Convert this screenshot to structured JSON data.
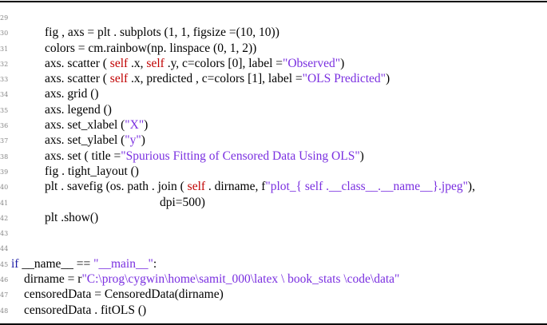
{
  "listing": {
    "lines": [
      {
        "n": "29",
        "indent": 0,
        "tokens": []
      },
      {
        "n": "30",
        "indent": 56,
        "tokens": [
          [
            "txt",
            "fig , axs = plt . subplots (1, 1, figsize =(10, 10))"
          ]
        ]
      },
      {
        "n": "31",
        "indent": 56,
        "tokens": [
          [
            "txt",
            "colors = cm.rainbow(np. linspace (0, 1, 2))"
          ]
        ]
      },
      {
        "n": "32",
        "indent": 56,
        "tokens": [
          [
            "txt",
            "axs. scatter ( "
          ],
          [
            "slf",
            "self"
          ],
          [
            "txt",
            " .x, "
          ],
          [
            "slf",
            "self"
          ],
          [
            "txt",
            " .y, c=colors [0], label ="
          ],
          [
            "str",
            "\"Observed\""
          ],
          [
            "txt",
            ")"
          ]
        ]
      },
      {
        "n": "33",
        "indent": 56,
        "tokens": [
          [
            "txt",
            "axs. scatter ( "
          ],
          [
            "slf",
            "self"
          ],
          [
            "txt",
            " .x, predicted , c=colors [1], label ="
          ],
          [
            "str",
            "\"OLS Predicted\""
          ],
          [
            "txt",
            ")"
          ]
        ]
      },
      {
        "n": "34",
        "indent": 56,
        "tokens": [
          [
            "txt",
            "axs. grid ()"
          ]
        ]
      },
      {
        "n": "35",
        "indent": 56,
        "tokens": [
          [
            "txt",
            "axs. legend ()"
          ]
        ]
      },
      {
        "n": "36",
        "indent": 56,
        "tokens": [
          [
            "txt",
            "axs. set_xlabel ("
          ],
          [
            "str",
            "\"X\""
          ],
          [
            "txt",
            ")"
          ]
        ]
      },
      {
        "n": "37",
        "indent": 56,
        "tokens": [
          [
            "txt",
            "axs. set_ylabel ("
          ],
          [
            "str",
            "\"y\""
          ],
          [
            "txt",
            ")"
          ]
        ]
      },
      {
        "n": "38",
        "indent": 56,
        "tokens": [
          [
            "txt",
            "axs. set ( title ="
          ],
          [
            "str",
            "\"Spurious Fitting of Censored Data Using OLS\""
          ],
          [
            "txt",
            ")"
          ]
        ]
      },
      {
        "n": "39",
        "indent": 56,
        "tokens": [
          [
            "txt",
            "fig . tight_layout ()"
          ]
        ]
      },
      {
        "n": "40",
        "indent": 56,
        "tokens": [
          [
            "txt",
            "plt . savefig (os. path . join ( "
          ],
          [
            "slf",
            "self"
          ],
          [
            "txt",
            " . dirname, f"
          ],
          [
            "str",
            "\"plot_{ self .__class__.__name__}.jpeg\""
          ],
          [
            "txt",
            "),"
          ]
        ]
      },
      {
        "n": "41",
        "indent": 200,
        "tokens": [
          [
            "txt",
            "dpi=500)"
          ]
        ]
      },
      {
        "n": "42",
        "indent": 56,
        "tokens": [
          [
            "txt",
            "plt .show()"
          ]
        ]
      },
      {
        "n": "43",
        "indent": 0,
        "tokens": []
      },
      {
        "n": "44",
        "indent": 0,
        "tokens": []
      },
      {
        "n": "45",
        "indent": 14,
        "tokens": [
          [
            "kw",
            "if"
          ],
          [
            "txt",
            " __name__ == "
          ],
          [
            "str",
            "\"__main__\""
          ],
          [
            "txt",
            ":"
          ]
        ]
      },
      {
        "n": "46",
        "indent": 30,
        "tokens": [
          [
            "txt",
            "dirname = r"
          ],
          [
            "str",
            "\"C:\\prog\\cygwin\\home\\samit_000\\latex \\ book_stats \\code\\data\""
          ]
        ]
      },
      {
        "n": "47",
        "indent": 30,
        "tokens": [
          [
            "txt",
            "censoredData = CensoredData(dirname)"
          ]
        ]
      },
      {
        "n": "48",
        "indent": 30,
        "tokens": [
          [
            "txt",
            "censoredData . fitOLS ()"
          ]
        ]
      }
    ]
  },
  "colors": {
    "string": "#7a2fe0",
    "keyword": "#1a1aa6",
    "self": "#c00000",
    "text": "#000000"
  }
}
